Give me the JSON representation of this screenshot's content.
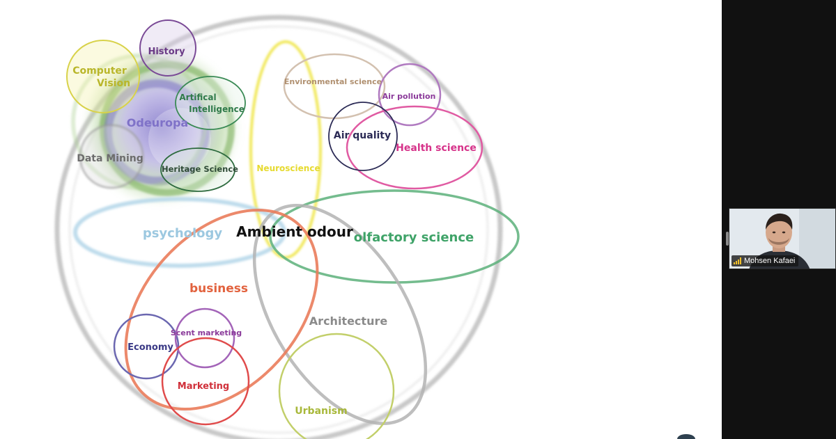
{
  "slide": {
    "labels": {
      "history": "History",
      "computer_vision_line1": "Computer",
      "computer_vision_line2": "Vision",
      "artificial_intelligence_line1": "Artifical",
      "artificial_intelligence_line2": "Intelligence",
      "odeuropa": "Odeuropa",
      "data_mining": "Data Mining",
      "heritage_science": "Heritage Science",
      "neuroscience": "Neuroscience",
      "environmental_science": "Environmental science",
      "air_pollution": "Air pollution",
      "air_quality": "Air quality",
      "health_science": "Health science",
      "psychology": "psychology",
      "ambient_odour": "Ambient odour",
      "olfactory_science": "olfactory science",
      "business": "business",
      "architecture": "Architecture",
      "economy": "Economy",
      "scent_marketing": "Scent marketing",
      "marketing": "Marketing",
      "urbanism": "Urbanism"
    },
    "colors": {
      "history": "#6a3a86",
      "computer_vision": "#b9b62a",
      "artificial_intelligence": "#2f7a4a",
      "odeuropa": "#7f72c8",
      "data_mining": "#777777",
      "heritage_science": "#2e6b3f",
      "neuroscience": "#e8dc2c",
      "environmental_science": "#b09070",
      "air_pollution": "#8b3a9a",
      "air_quality": "#2b2a55",
      "health_science": "#d6338a",
      "psychology": "#9cc8e0",
      "ambient_odour": "#111111",
      "olfactory_science": "#3fa368",
      "business": "#e2623e",
      "architecture": "#8a8a8a",
      "economy": "#3b3a86",
      "scent_marketing": "#8a3a9a",
      "marketing": "#d0303a",
      "urbanism": "#a8b83a"
    }
  },
  "video": {
    "participant_name": "Mohsen Kafaei",
    "signal_icon": "signal-strength-icon"
  }
}
